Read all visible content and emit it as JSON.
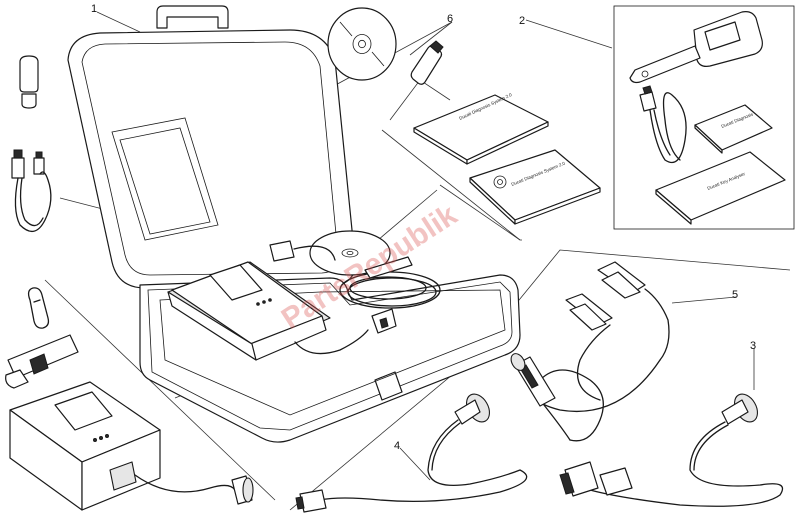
{
  "callouts": {
    "c1": "1",
    "c2": "2",
    "c3": "3",
    "c4": "4",
    "c5": "5",
    "c6": "6"
  },
  "manuals": {
    "manual_a": "Ducati Diagnosis System 2.0",
    "manual_b": "Ducati Diagnosis System 2.0",
    "manual_c": "Ducati Diagnosis",
    "manual_d": "Ducati Key Analyser"
  },
  "watermark": "PartsRepublik",
  "colors": {
    "line": "#1a1a1a",
    "watermark": "#d9534f"
  }
}
